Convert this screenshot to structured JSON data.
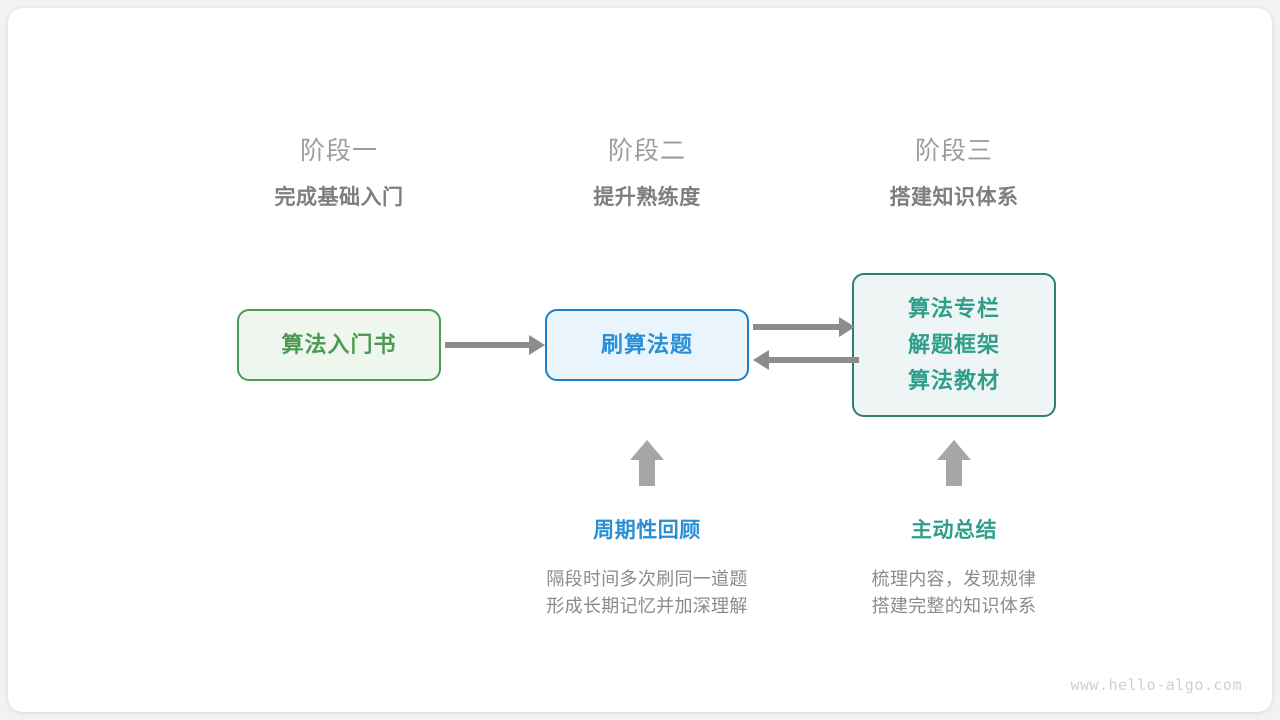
{
  "stages": [
    {
      "number": "阶段一",
      "subtitle": "完成基础入门"
    },
    {
      "number": "阶段二",
      "subtitle": "提升熟练度"
    },
    {
      "number": "阶段三",
      "subtitle": "搭建知识体系"
    }
  ],
  "nodes": {
    "book": {
      "label": "算法入门书",
      "color": "#4b9c53",
      "fill": "#eef6ee"
    },
    "practice": {
      "label": "刷算法题",
      "color": "#2a8fd4",
      "fill": "#e9f4fc"
    },
    "resources": {
      "lines": [
        "算法专栏",
        "解题框架",
        "算法教材"
      ],
      "color": "#2f9e8b",
      "fill": "#eef5f4"
    }
  },
  "notes": [
    {
      "title": "周期性回顾",
      "desc_line1": "隔段时间多次刷同一道题",
      "desc_line2": "形成长期记忆并加深理解",
      "color": "#2a8fd4"
    },
    {
      "title": "主动总结",
      "desc_line1": "梳理内容，发现规律",
      "desc_line2": "搭建完整的知识体系",
      "color": "#2f9e8b"
    }
  ],
  "arrow_color": "#8c8c8c",
  "watermark": "www.hello-algo.com"
}
